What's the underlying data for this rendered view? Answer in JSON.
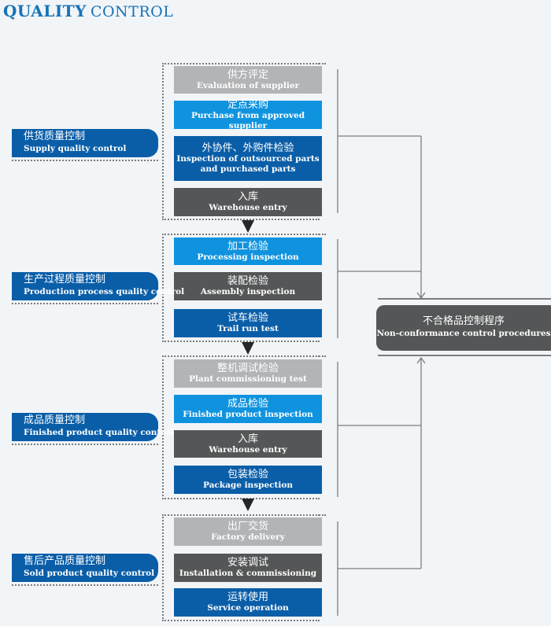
{
  "header": {
    "title_bold": "QUALITY",
    "title_rest": "CONTROL"
  },
  "stages": [
    {
      "label_cn": "供货质量控制",
      "label_en": "Supply quality control",
      "steps": [
        {
          "cn": "供方评定",
          "en": "Evaluation of supplier",
          "color": "#b3b4b6"
        },
        {
          "cn": "定点采购",
          "en": "Purchase from approved supplier",
          "color": "#0f93de"
        },
        {
          "cn": "外协件、外购件检验",
          "en": "Inspection of outsourced parts\nand purchased parts",
          "color": "#0a5ea8"
        },
        {
          "cn": "入库",
          "en": "Warehouse entry",
          "color": "#555657"
        }
      ]
    },
    {
      "label_cn": "生产过程质量控制",
      "label_en": "Production process quality control",
      "steps": [
        {
          "cn": "加工检验",
          "en": "Processing inspection",
          "color": "#0f93de"
        },
        {
          "cn": "装配检验",
          "en": "Assembly inspection",
          "color": "#555657"
        },
        {
          "cn": "试车检验",
          "en": "Trail run test",
          "color": "#0a5ea8"
        }
      ]
    },
    {
      "label_cn": "成品质量控制",
      "label_en": "Finished product quality control",
      "steps": [
        {
          "cn": "整机调试检验",
          "en": "Plant commissioning test",
          "color": "#b3b4b6"
        },
        {
          "cn": "成品检验",
          "en": "Finished product inspection",
          "color": "#0f93de"
        },
        {
          "cn": "入库",
          "en": "Warehouse entry",
          "color": "#555657"
        },
        {
          "cn": "包装检验",
          "en": "Package inspection",
          "color": "#0a5ea8"
        }
      ]
    },
    {
      "label_cn": "售后产品质量控制",
      "label_en": "Sold product quality control",
      "steps": [
        {
          "cn": "出厂交货",
          "en": "Factory delivery",
          "color": "#b3b4b6"
        },
        {
          "cn": "安装调试",
          "en": "Installation & commissioning",
          "color": "#555657"
        },
        {
          "cn": "运转使用",
          "en": "Service operation",
          "color": "#0a5ea8"
        }
      ]
    }
  ],
  "nonconformance": {
    "cn": "不合格品控制程序",
    "en": "Non-conformance control procedures"
  }
}
